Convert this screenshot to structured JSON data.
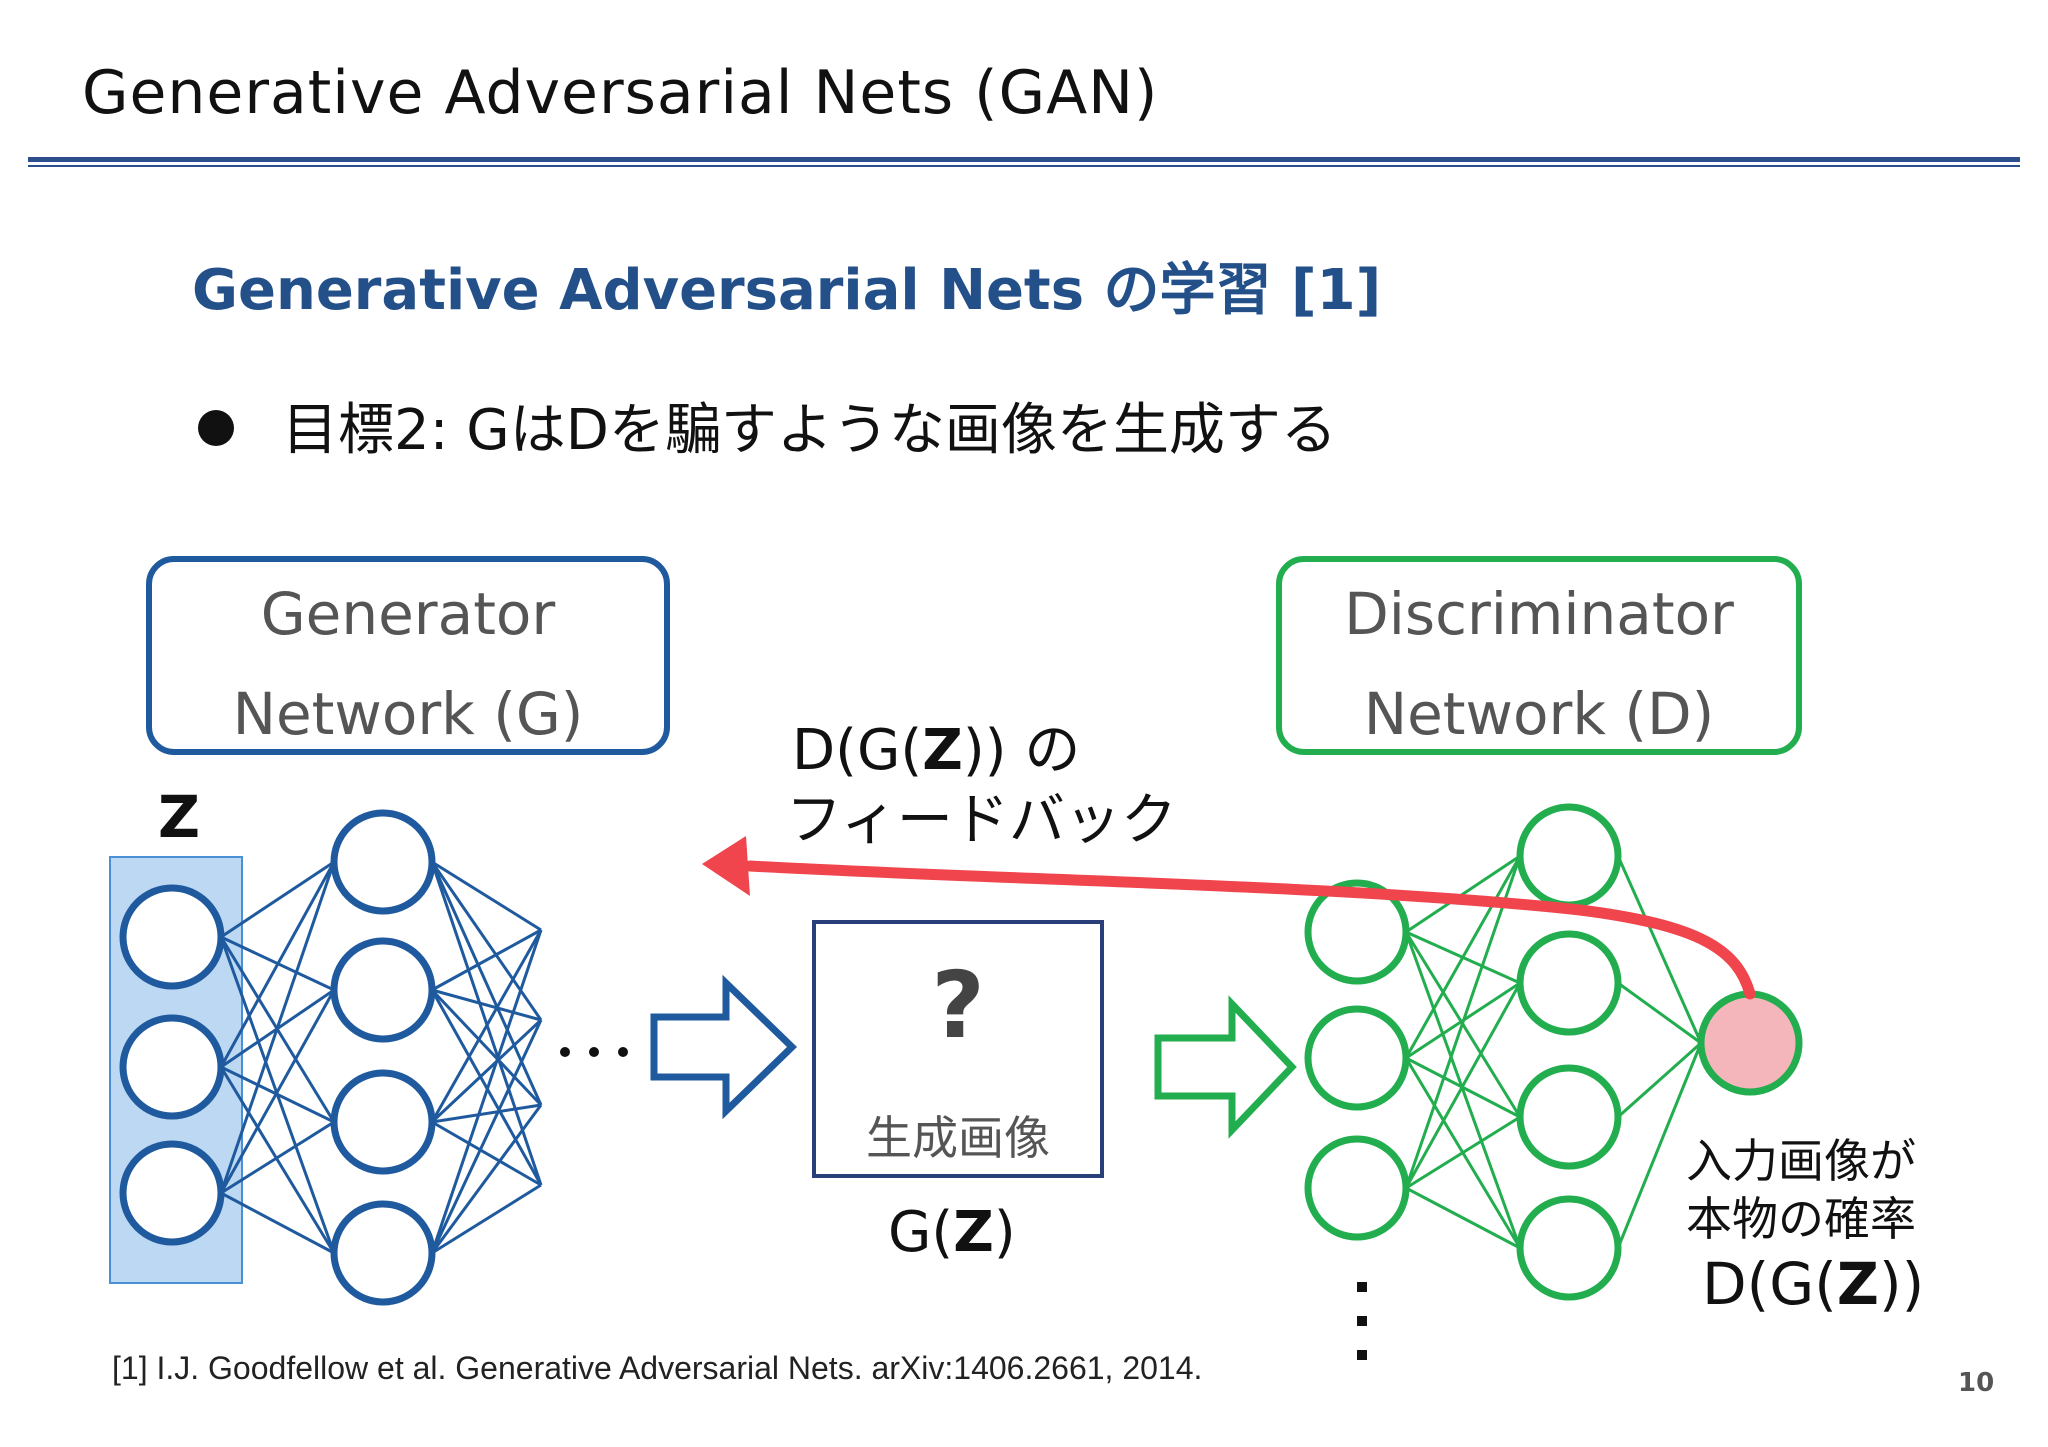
{
  "slide": {
    "title": "Generative  Adversarial  Nets  (GAN)",
    "subtitle": "Generative Adversarial Nets の学習 [1]",
    "bullet": "目標2: GはDを騙すような画像を生成する",
    "page_number": "10"
  },
  "generator": {
    "line1": "Generator",
    "line2": "Network (G)",
    "input_label": "Z",
    "ellipsis": "…"
  },
  "discriminator": {
    "line1": "Discriminator",
    "line2": "Network (D)"
  },
  "feedback": {
    "line1_a": "D(G(",
    "line1_z": "Z",
    "line1_b": ")) の",
    "line2": "フィードバック"
  },
  "generated_image": {
    "symbol": "?",
    "label": "生成画像",
    "output_a": "G(",
    "output_z": "Z",
    "output_b": ")"
  },
  "probability": {
    "line1": "入力画像が",
    "line2": "本物の確率",
    "value_a": "D(G(",
    "value_z": "Z",
    "value_b": "))"
  },
  "citation": "[1] I.J. Goodfellow et al. Generative Adversarial Nets. arXiv:1406.2661, 2014.",
  "colors": {
    "generator": "#1f5a9e",
    "discriminator": "#22ad4e",
    "feedback_arrow": "#f0454d",
    "output_node_fill": "#f4b6bb",
    "title_rule": "#2d4e8c",
    "subtitle": "#24508a"
  }
}
